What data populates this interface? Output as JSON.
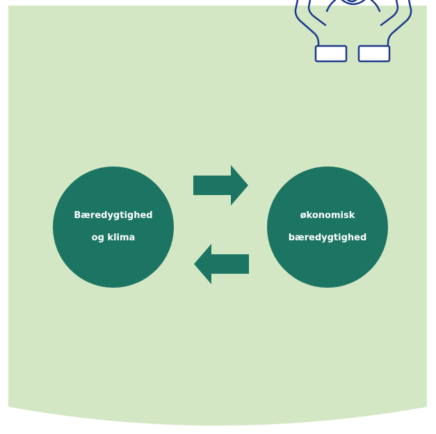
{
  "colors": {
    "background": "#d4e7c5",
    "node_fill": "#1c7563",
    "node_text": "#ffffff",
    "arrow_fill": "#1c7563",
    "icon_stroke": "#1a3a8c",
    "icon_fill": "#ffffff"
  },
  "nodes": [
    {
      "lines": [
        "Bæredygtighed",
        "og klima"
      ]
    },
    {
      "lines": [
        "økonomisk",
        "bæredygtighed"
      ]
    }
  ],
  "edges": [
    {
      "from": 0,
      "to": 1,
      "direction": "right"
    },
    {
      "from": 1,
      "to": 0,
      "direction": "left"
    }
  ],
  "icon": {
    "name": "hands-holding-globe-icon"
  }
}
